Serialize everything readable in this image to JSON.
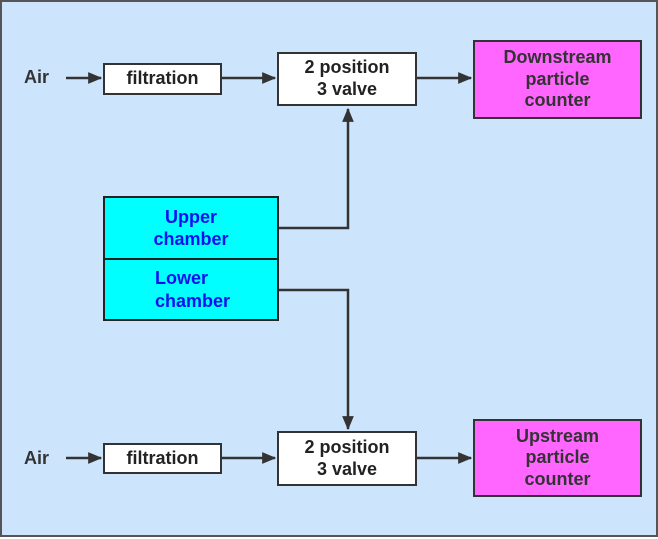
{
  "top_row": {
    "air_label": "Air",
    "filter_label": "filtration",
    "valve_line1": "2 position",
    "valve_line2": "3 valve",
    "counter_line1": "Downstream",
    "counter_line2": "particle",
    "counter_line3": "counter"
  },
  "chambers": {
    "upper_line1": "Upper",
    "upper_line2": "chamber",
    "lower_line1": "Lower",
    "lower_line2": "chamber"
  },
  "bottom_row": {
    "air_label": "Air",
    "filter_label": "filtration",
    "valve_line1": "2 position",
    "valve_line2": "3 valve",
    "counter_line1": "Upstream",
    "counter_line2": "particle",
    "counter_line3": "counter"
  },
  "colors": {
    "background": "#cce5fc",
    "counter_fill": "#ff66ff",
    "chamber_fill": "#00ffff",
    "chamber_text": "#1010ee",
    "line": "#333333"
  }
}
